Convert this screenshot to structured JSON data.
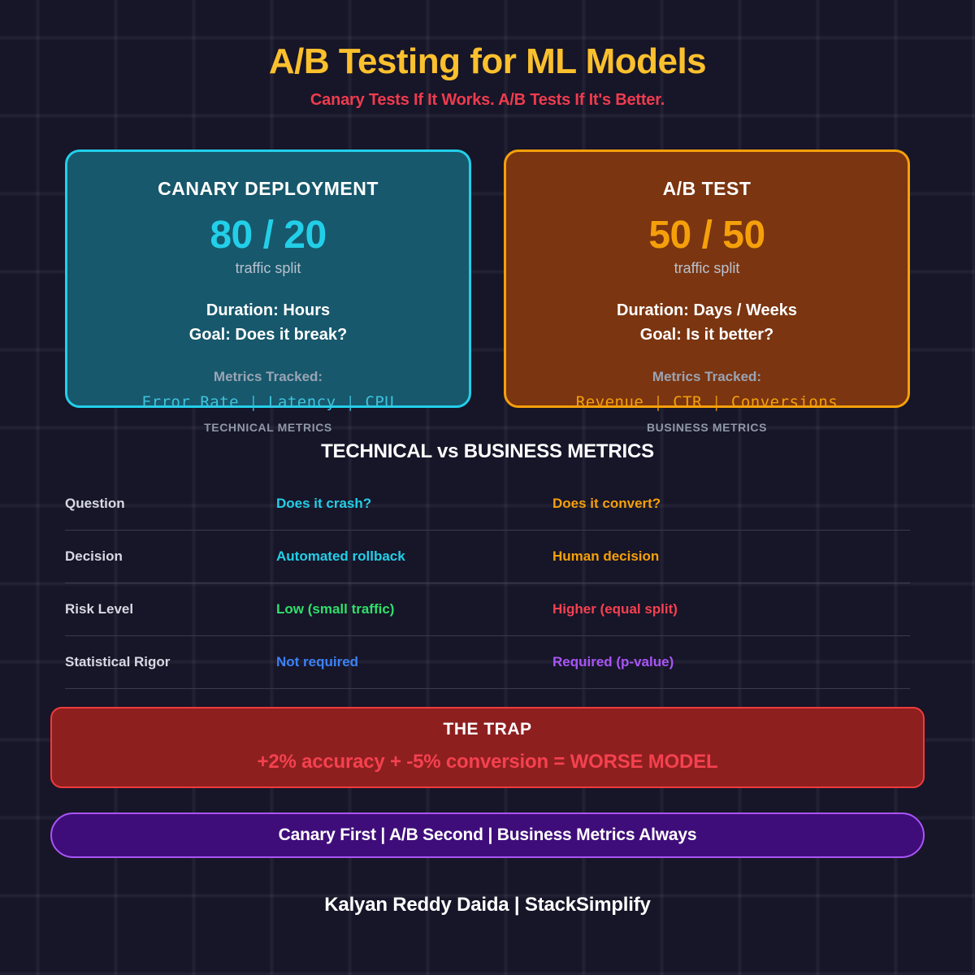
{
  "header": {
    "title": "A/B Testing for ML Models",
    "subtitle": "Canary Tests If It Works. A/B Tests If It's Better.",
    "title_color": "#fbc02d",
    "subtitle_color": "#ef3b4e"
  },
  "cards": [
    {
      "id": "canary",
      "title": "CANARY DEPLOYMENT",
      "split": "80 / 20",
      "split_sub": "traffic split",
      "duration": "Duration: Hours",
      "goal": "Goal: Does it break?",
      "metrics_head": "Metrics Tracked:",
      "metrics": [
        "Error Rate",
        "Latency",
        "CPU"
      ],
      "metrics_separator": "|",
      "footer": "TECHNICAL METRICS",
      "fill_color": "#17586c",
      "border_color": "#22cfe8",
      "accent_color": "#22cfe8"
    },
    {
      "id": "abtest",
      "title": "A/B TEST",
      "split": "50 / 50",
      "split_sub": "traffic split",
      "duration": "Duration: Days / Weeks",
      "goal": "Goal: Is it better?",
      "metrics_head": "Metrics Tracked:",
      "metrics": [
        "Revenue",
        "CTR",
        "Conversions"
      ],
      "metrics_separator": "|",
      "footer": "BUSINESS METRICS",
      "fill_color": "#7b3510",
      "border_color": "#f5a00a",
      "accent_color": "#f5a00a"
    }
  ],
  "comparison": {
    "heading": "TECHNICAL vs BUSINESS METRICS",
    "rows": [
      {
        "label": "Question",
        "technical": "Does it crash?",
        "technical_color": "#22cfe8",
        "business": "Does it convert?",
        "business_color": "#f5a00a"
      },
      {
        "label": "Decision",
        "technical": "Automated rollback",
        "technical_color": "#22cfe8",
        "business": "Human decision",
        "business_color": "#f5a00a"
      },
      {
        "label": "Risk Level",
        "technical": "Low (small traffic)",
        "technical_color": "#2ee06a",
        "business": "Higher (equal split)",
        "business_color": "#f5414f"
      },
      {
        "label": "Statistical Rigor",
        "technical": "Not required",
        "technical_color": "#3b82f6",
        "business": "Required (p-value)",
        "business_color": "#a855f7"
      }
    ]
  },
  "trap": {
    "title": "THE TRAP",
    "equation": "+2% accuracy  +  -5% conversion  =  WORSE MODEL",
    "fill_color": "#8e1f1f",
    "border_color": "#ef3b3b",
    "text_color": "#f5414f"
  },
  "rule": {
    "text": "Canary First  |  A/B Second  |  Business Metrics Always",
    "fill_color": "#3f0d7a",
    "border_color": "#a855f7"
  },
  "footer": {
    "text": "Kalyan Reddy Daida  |  StackSimplify"
  }
}
